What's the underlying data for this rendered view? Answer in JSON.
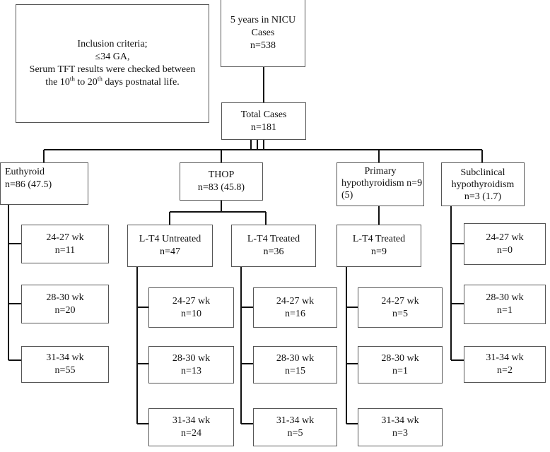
{
  "inclusion": {
    "line1": "Inclusion criteria;",
    "line2": "≤34 GA,",
    "line3": "Serum TFT results were checked between",
    "line4_a": "the 10",
    "line4_sup1": "th",
    "line4_b": " to 20",
    "line4_sup2": "th",
    "line4_c": " days postnatal life."
  },
  "nicu": {
    "line1": "5 years in NICU",
    "line2": "Cases",
    "line3": "n=538"
  },
  "total": {
    "line1": "Total Cases",
    "line2": "n=181"
  },
  "groups": {
    "euthyroid": {
      "line1": "Euthyroid",
      "line2": "n=86 (47.5)"
    },
    "thop": {
      "line1": "THOP",
      "line2": "n=83 (45.8)"
    },
    "primary": {
      "line1": "Primary",
      "line2": "hypothyroidism n=9",
      "line3": "(5)"
    },
    "subclinical": {
      "line1": "Subclinical",
      "line2": "hypothyroidism",
      "line3": "n=3 (1.7)"
    }
  },
  "euthyroid_ga": [
    {
      "ga": "24-27 wk",
      "n": "n=11"
    },
    {
      "ga": "28-30 wk",
      "n": "n=20"
    },
    {
      "ga": "31-34 wk",
      "n": "n=55"
    }
  ],
  "thop_untreated": {
    "line1": "L-T4 Untreated",
    "line2": "n=47"
  },
  "thop_treated": {
    "line1": "L-T4 Treated",
    "line2": "n=36"
  },
  "primary_treated": {
    "line1": "L-T4 Treated",
    "line2": "n=9"
  },
  "untreated_ga": [
    {
      "ga": "24-27 wk",
      "n": "n=10"
    },
    {
      "ga": "28-30 wk",
      "n": "n=13"
    },
    {
      "ga": "31-34 wk",
      "n": "n=24"
    }
  ],
  "treated_ga": [
    {
      "ga": "24-27 wk",
      "n": "n=16"
    },
    {
      "ga": "28-30 wk",
      "n": "n=15"
    },
    {
      "ga": "31-34 wk",
      "n": "n=5"
    }
  ],
  "primary_ga": [
    {
      "ga": "24-27 wk",
      "n": "n=5"
    },
    {
      "ga": "28-30 wk",
      "n": "n=1"
    },
    {
      "ga": "31-34 wk",
      "n": "n=3"
    }
  ],
  "subclinical_ga": [
    {
      "ga": "24-27 wk",
      "n": "n=0"
    },
    {
      "ga": "28-30 wk",
      "n": "n=1"
    },
    {
      "ga": "31-34 wk",
      "n": "n=2"
    }
  ]
}
